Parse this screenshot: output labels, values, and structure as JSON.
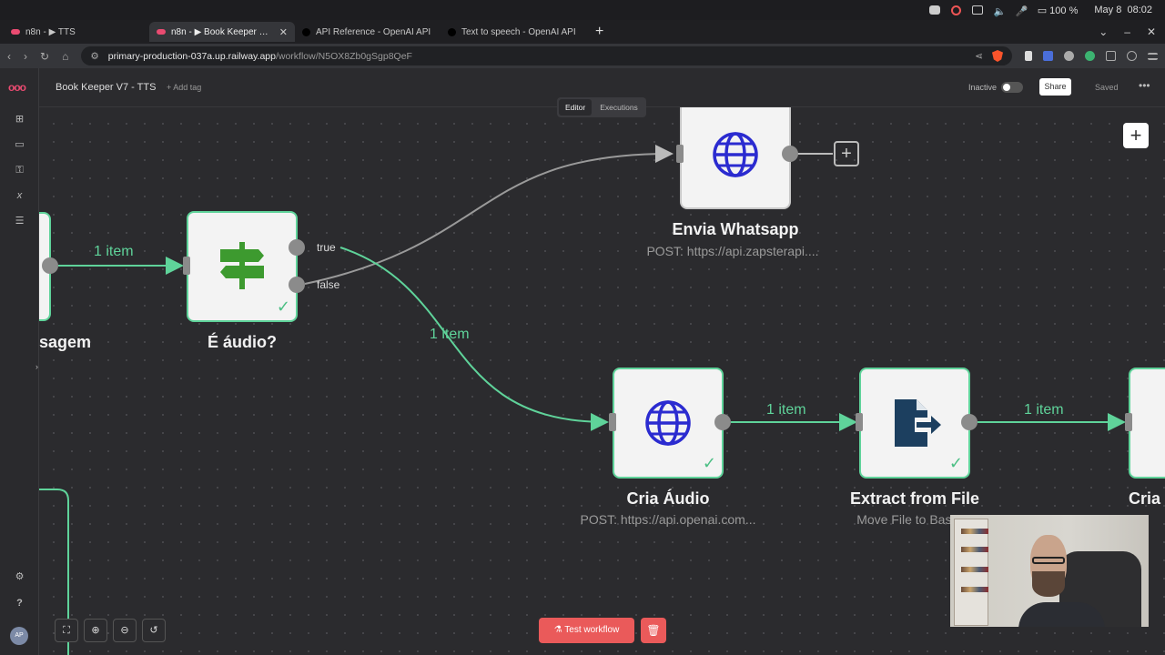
{
  "os": {
    "battery": "100 %",
    "date": "May 8",
    "time": "08:02"
  },
  "browser": {
    "tabs": [
      {
        "label": "n8n - ▶ TTS",
        "active": false
      },
      {
        "label": "n8n - ▶ Book Keeper V7 - TTS",
        "active": true
      },
      {
        "label": "API Reference - OpenAI API",
        "active": false
      },
      {
        "label": "Text to speech - OpenAI API",
        "active": false
      }
    ],
    "new_tab": "+",
    "url_host": "primary-production-037a.up.railway.app",
    "url_path": "/workflow/N5OX8Zb0gSgp8QeF"
  },
  "app": {
    "logo": "ooo",
    "workflow_title": "Book Keeper V7 - TTS",
    "add_tag": "+ Add tag",
    "status_label": "Inactive",
    "share_label": "Share",
    "saved_label": "Saved",
    "more": "•••",
    "mode_tabs": [
      "Editor",
      "Executions"
    ],
    "avatar_initials": "AP"
  },
  "canvas": {
    "nodes": {
      "message_label": "sagem",
      "audio_check_label": "É áudio?",
      "whatsapp_label": "Envia Whatsapp",
      "whatsapp_sub": "POST: https://api.zapsterapi....",
      "cria_audio_label": "Cria Áudio",
      "cria_audio_sub": "POST: https://api.openai.com...",
      "extract_label": "Extract from File",
      "extract_sub": "Move File to Base64",
      "next_label": "Cria"
    },
    "edge_labels": {
      "e1": "1 item",
      "e2": "1 item",
      "e3": "1 item",
      "e4": "1 item"
    },
    "branches": {
      "true": "true",
      "false": "false"
    },
    "add_node": "+",
    "test_workflow": "Test workflow"
  }
}
